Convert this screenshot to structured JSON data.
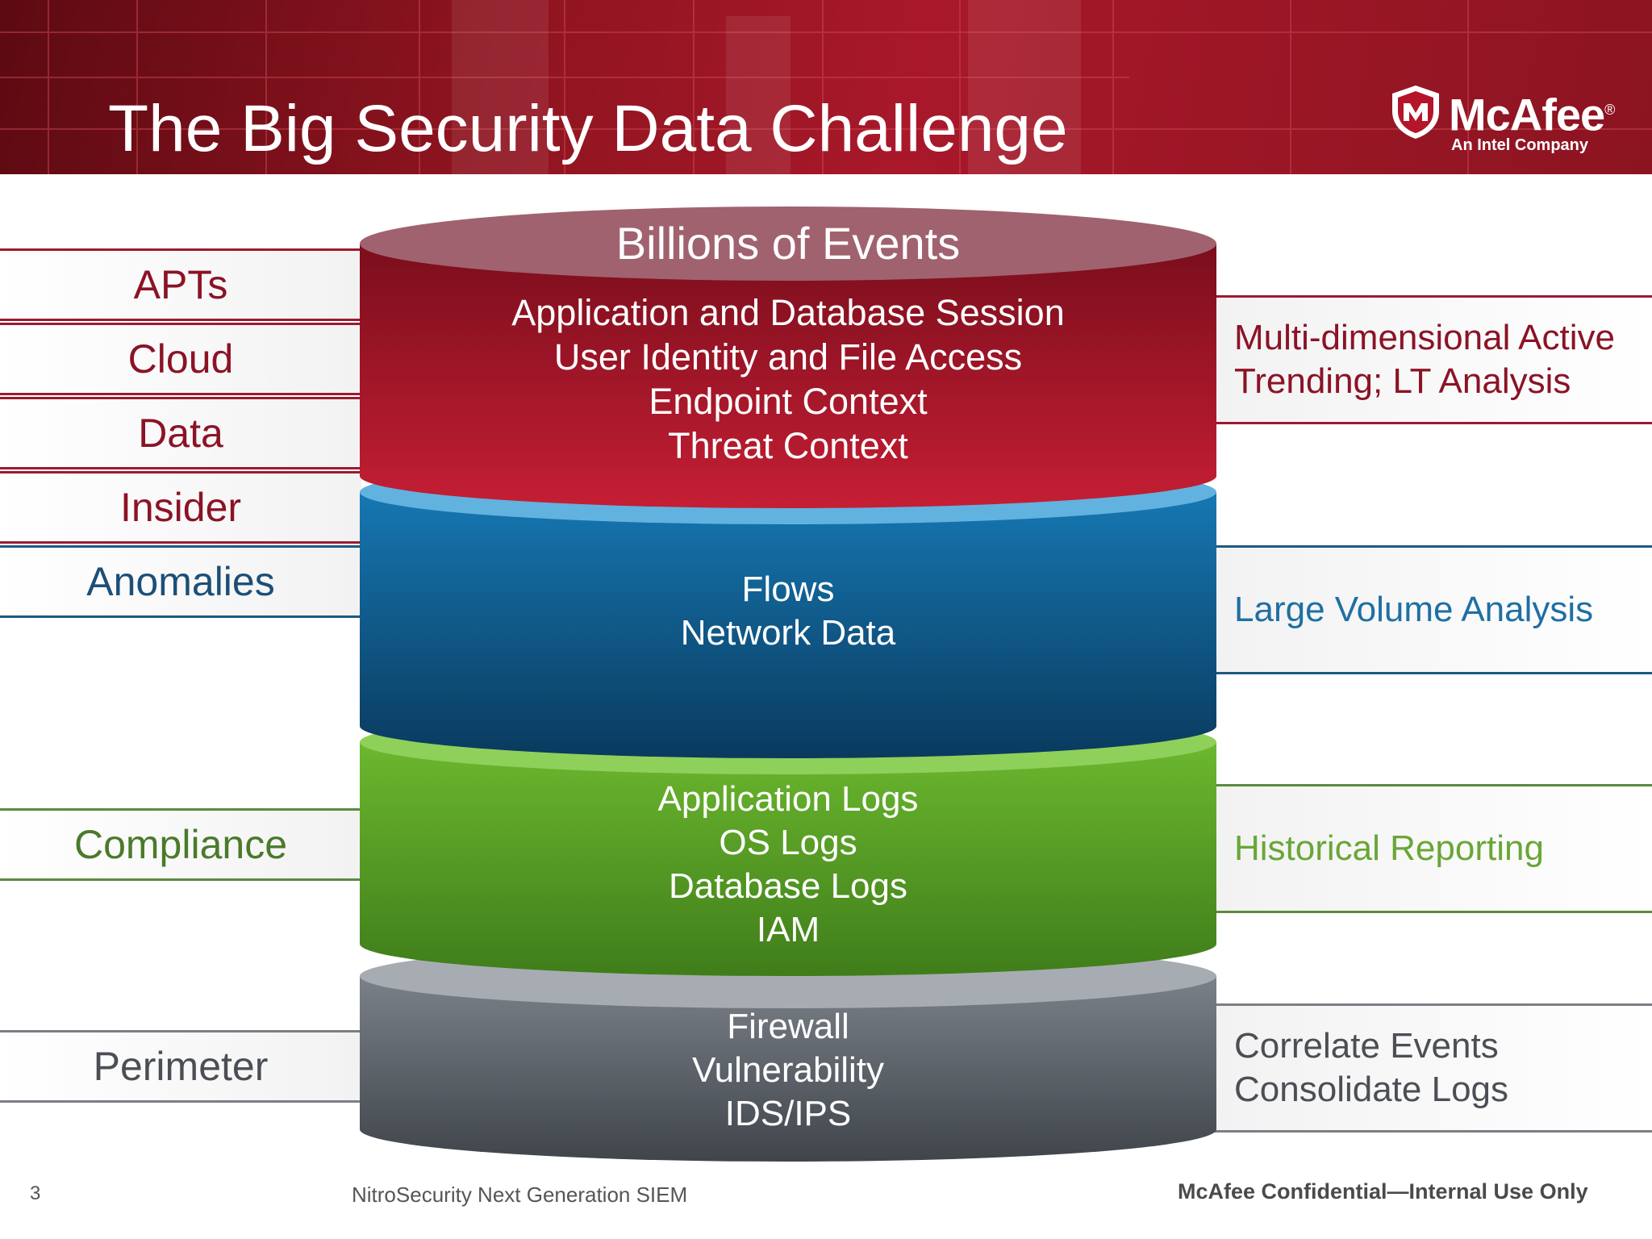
{
  "slide": {
    "title": "The Big Security Data Challenge",
    "logo": {
      "brand": "McAfee",
      "mark": "®",
      "tagline": "An Intel Company"
    }
  },
  "left_labels": [
    {
      "text": "APTs",
      "color": "#8b1326"
    },
    {
      "text": "Cloud",
      "color": "#8b1326"
    },
    {
      "text": "Data",
      "color": "#8b1326"
    },
    {
      "text": "Insider",
      "color": "#8b1326"
    },
    {
      "text": "Anomalies",
      "color": "#1c4f78"
    },
    {
      "text": "Compliance",
      "color": "#4a7a2a"
    },
    {
      "text": "Perimeter",
      "color": "#4b4f55"
    }
  ],
  "right_labels": [
    {
      "lines": [
        "Multi-dimensional Active",
        "Trending; LT Analysis"
      ]
    },
    {
      "lines": [
        "Large Volume Analysis"
      ]
    },
    {
      "lines": [
        "Historical Reporting"
      ]
    },
    {
      "lines": [
        "Correlate Events",
        "Consolidate Logs"
      ]
    }
  ],
  "cylinder": {
    "cap_title": "Billions of Events",
    "tiers": [
      {
        "name": "red",
        "color": "#a8182a",
        "lines": [
          "Application and Database Session",
          "User Identity and File Access",
          "Endpoint Context",
          "Threat Context"
        ]
      },
      {
        "name": "blue",
        "color": "#0f5f8f",
        "lines": [
          "Flows",
          "Network Data"
        ]
      },
      {
        "name": "green",
        "color": "#5fa82c",
        "lines": [
          "Application Logs",
          "OS Logs",
          "Database Logs",
          "IAM"
        ]
      },
      {
        "name": "gray",
        "color": "#5f656b",
        "lines": [
          "Firewall",
          "Vulnerability",
          "IDS/IPS"
        ]
      }
    ]
  },
  "footer": {
    "page_number": "3",
    "product": "NitroSecurity Next Generation SIEM",
    "confidential": "McAfee Confidential—Internal Use Only"
  }
}
